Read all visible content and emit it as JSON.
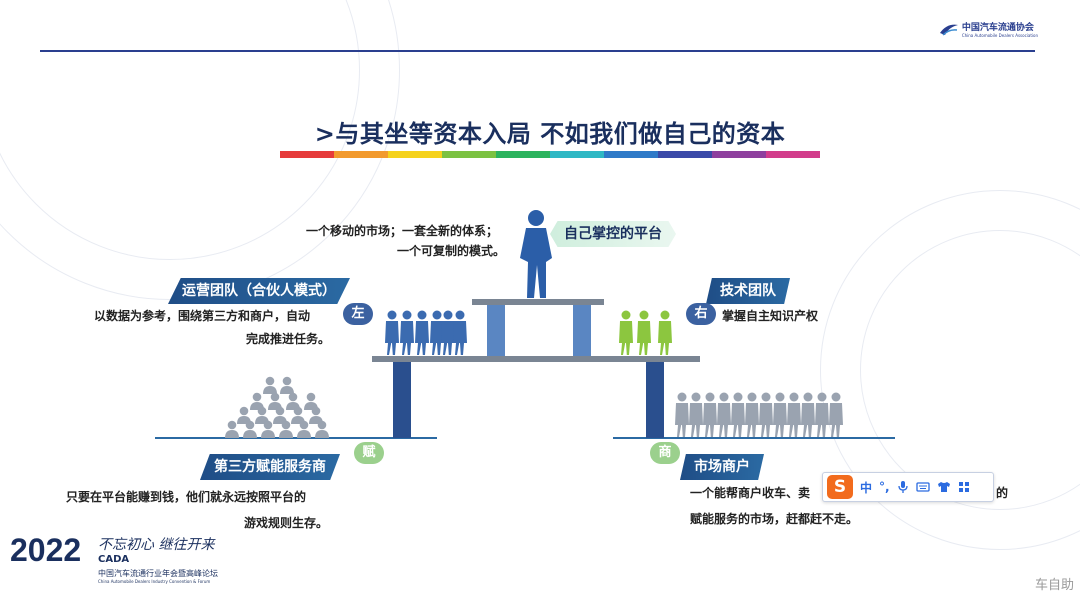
{
  "logo": {
    "name_cn": "中国汽车流通协会",
    "name_en": "China Automobile Dealers Association"
  },
  "title": ">与其坐等资本入局  不如我们做自己的资本",
  "rainbow_colors": [
    "#e63b3b",
    "#f29a2e",
    "#f5d21c",
    "#7cc242",
    "#2cb35e",
    "#2fb8c4",
    "#2f7ac8",
    "#3b4aa8",
    "#8e3f9e",
    "#d23c8b"
  ],
  "top": {
    "banner": "自己掌控的平台",
    "text_line1": "一个移动的市场；一套全新的体系；",
    "text_line2": "一个可复制的模式。"
  },
  "left": {
    "banner": "运营团队（合伙人模式）",
    "circle": "左",
    "text_line1": "以数据为参考，围绕第三方和商户，自动",
    "text_line2": "完成推进任务。"
  },
  "right": {
    "banner": "技术团队",
    "circle": "右",
    "text": "掌握自主知识产权"
  },
  "bottom_left": {
    "circle": "赋",
    "banner": "第三方赋能服务商",
    "text_line1": "只要在平台能赚到钱，他们就永远按照平台的",
    "text_line2": "游戏规则生存。"
  },
  "bottom_right": {
    "circle": "商",
    "banner": "市场商户",
    "text_line1_a": "一个能帮商户收车、卖",
    "text_line1_b": "的",
    "text_line2": "赋能服务的市场，赶都赶不走。"
  },
  "ime": {
    "logo": "S",
    "items": [
      "中",
      "°,",
      "mic-icon",
      "keyboard-icon",
      "shirt-icon",
      "grid-icon"
    ]
  },
  "footer": {
    "year": "2022",
    "slogan": "不忘初心  继往开来",
    "wordmark": "CADA",
    "subtitle": "中国汽车流通行业年会暨高峰论坛",
    "subtitle_en": "China Automobile Dealers Industry Convention & Forum"
  },
  "watermark": "车自助",
  "colors": {
    "navy": "#1a2f5e",
    "blue": "#2b6aa3",
    "light_blue": "#6b8fc4",
    "green": "#8cc63f",
    "gray_people": "#9aa3b0",
    "ime_orange": "#f26b1d"
  }
}
